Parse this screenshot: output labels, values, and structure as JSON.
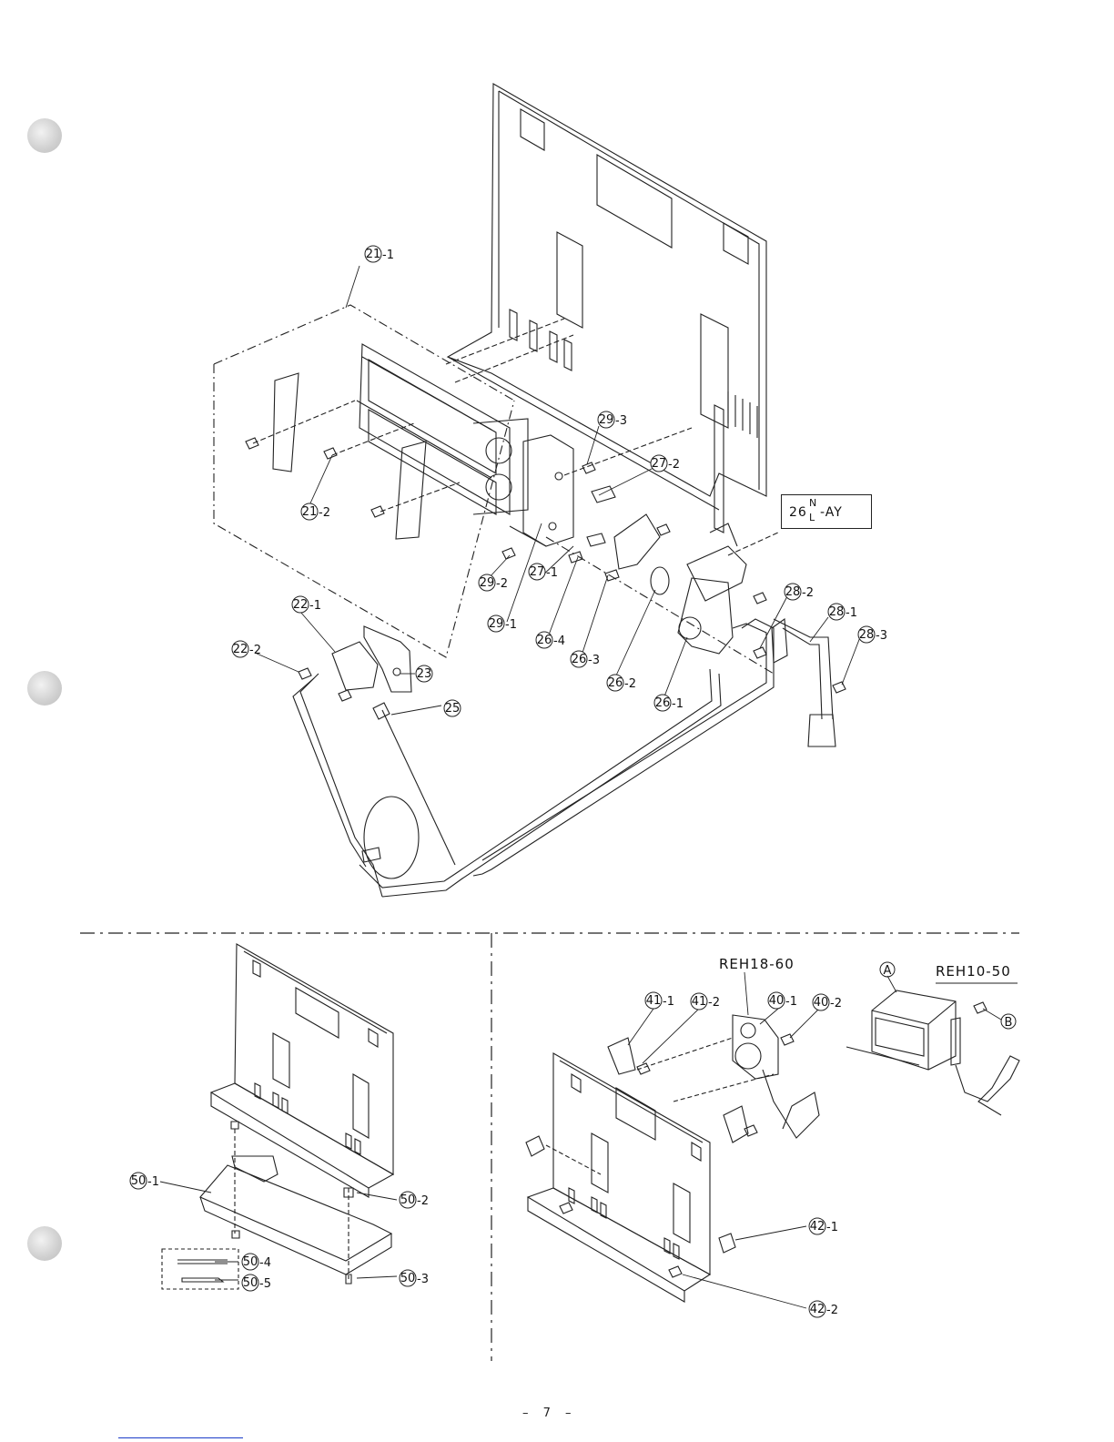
{
  "page": {
    "page_number": "7"
  },
  "reference_box": {
    "text": "26",
    "sup": "N",
    "sub": "L",
    "suffix": "-AY"
  },
  "top_labels": [
    {
      "id": "21-1",
      "num": "21",
      "suffix": "-1"
    },
    {
      "id": "21-2",
      "num": "21",
      "suffix": "-2"
    },
    {
      "id": "22-1",
      "num": "22",
      "suffix": "-1"
    },
    {
      "id": "22-2",
      "num": "22",
      "suffix": "-2"
    },
    {
      "id": "23",
      "num": "23",
      "suffix": ""
    },
    {
      "id": "25",
      "num": "25",
      "suffix": ""
    },
    {
      "id": "26-1",
      "num": "26",
      "suffix": "-1"
    },
    {
      "id": "26-2",
      "num": "26",
      "suffix": "-2"
    },
    {
      "id": "26-3",
      "num": "26",
      "suffix": "-3"
    },
    {
      "id": "26-4",
      "num": "26",
      "suffix": "-4"
    },
    {
      "id": "27-1",
      "num": "27",
      "suffix": "-1"
    },
    {
      "id": "27-2",
      "num": "27",
      "suffix": "-2"
    },
    {
      "id": "28-1",
      "num": "28",
      "suffix": "-1"
    },
    {
      "id": "28-2",
      "num": "28",
      "suffix": "-2"
    },
    {
      "id": "28-3",
      "num": "28",
      "suffix": "-3"
    },
    {
      "id": "29-1",
      "num": "29",
      "suffix": "-1"
    },
    {
      "id": "29-2",
      "num": "29",
      "suffix": "-2"
    },
    {
      "id": "29-3",
      "num": "29",
      "suffix": "-3"
    }
  ],
  "bottom_left_labels": [
    {
      "id": "50-1",
      "num": "50",
      "suffix": "-1"
    },
    {
      "id": "50-2",
      "num": "50",
      "suffix": "-2"
    },
    {
      "id": "50-3",
      "num": "50",
      "suffix": "-3"
    },
    {
      "id": "50-4",
      "num": "50",
      "suffix": "-4"
    },
    {
      "id": "50-5",
      "num": "50",
      "suffix": "-5"
    }
  ],
  "bottom_right_labels": [
    {
      "id": "40-1",
      "num": "40",
      "suffix": "-1"
    },
    {
      "id": "40-2",
      "num": "40",
      "suffix": "-2"
    },
    {
      "id": "41-1",
      "num": "41",
      "suffix": "-1"
    },
    {
      "id": "41-2",
      "num": "41",
      "suffix": "-2"
    },
    {
      "id": "42-1",
      "num": "42",
      "suffix": "-1"
    },
    {
      "id": "42-2",
      "num": "42",
      "suffix": "-2"
    }
  ],
  "models": {
    "left": "REH18-60",
    "right": "REH10-50"
  },
  "letter_markers": {
    "a": "A",
    "b": "B"
  }
}
